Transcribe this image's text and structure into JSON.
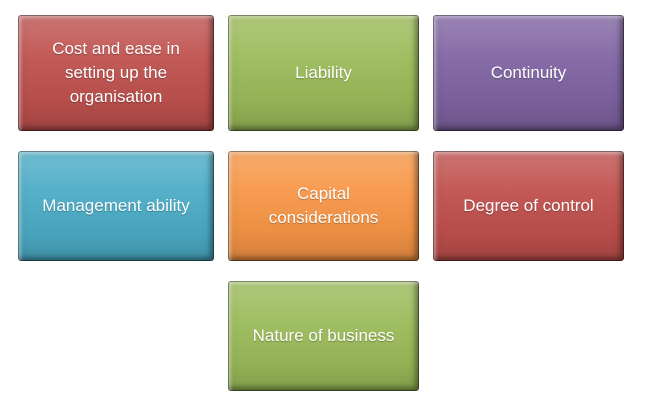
{
  "diagram": {
    "boxes": [
      {
        "label": "Cost and ease in setting up the organisation",
        "color": "#bf514e"
      },
      {
        "label": "Liability",
        "color": "#9bbb59"
      },
      {
        "label": "Continuity",
        "color": "#8064a2"
      },
      {
        "label": "Management ability",
        "color": "#4bacc6"
      },
      {
        "label": "Capital considerations",
        "color": "#f79646"
      },
      {
        "label": "Degree of control",
        "color": "#c0504d"
      },
      {
        "label": "Nature of business",
        "color": "#9bbb59"
      }
    ]
  }
}
